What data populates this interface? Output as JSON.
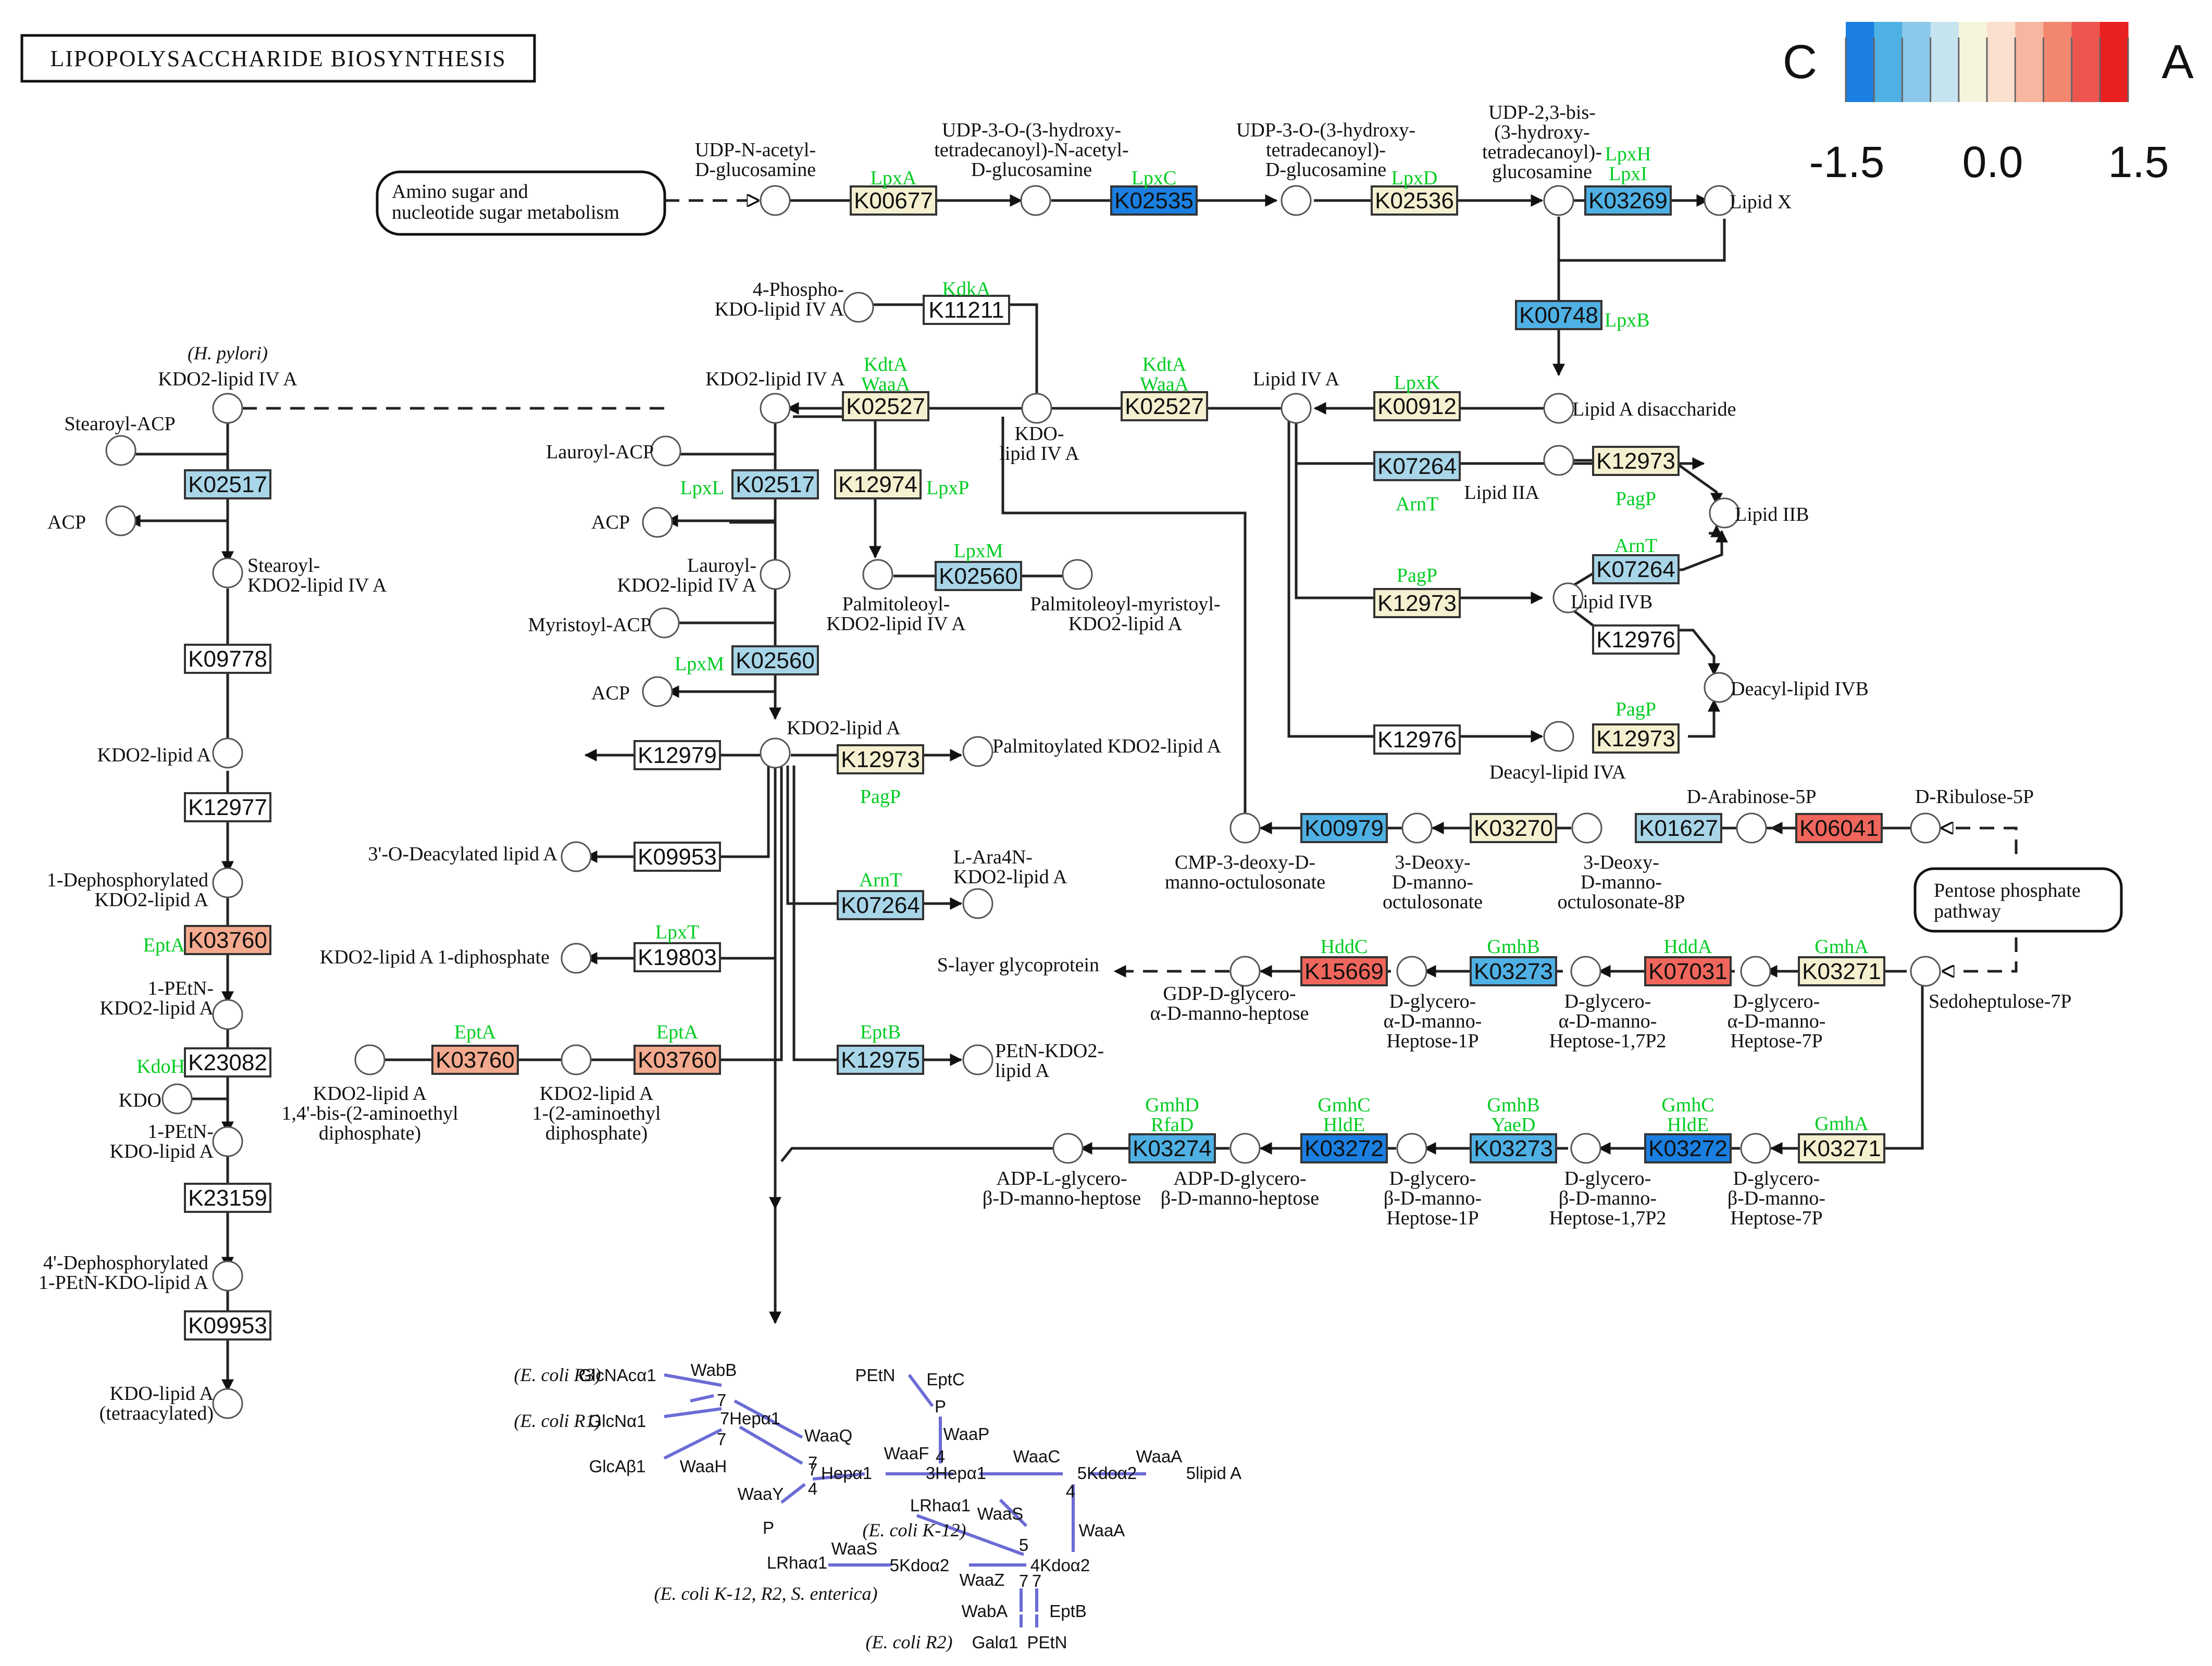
{
  "title": "LIPOPOLYSACCHARIDE BIOSYNTHESIS",
  "colors": {
    "yellow": "#f4f0d0",
    "lightblue": "#a8d5e8",
    "blue": "#4fb0e4",
    "deepblue": "#1a7fe0",
    "salmon": "#f4aa8e",
    "red": "#f0665c",
    "gene": "#00cc22",
    "line": "#222222",
    "glycan_line": "#6b6bd6"
  },
  "legend": {
    "left_label": "C",
    "right_label": "A",
    "ticks": [
      "-1.5",
      "0.0",
      "1.5"
    ],
    "colors": [
      "#1a7fe0",
      "#4fb0e4",
      "#8cc8ea",
      "#c6e3f0",
      "#f6f4dc",
      "#fbe0d0",
      "#f7b6a0",
      "#f2866e",
      "#ee5550",
      "#e82020"
    ]
  },
  "enzymes": [
    {
      "id": "K00677",
      "gene": "LpxA",
      "color": "yellow"
    },
    {
      "id": "K02535",
      "gene": "LpxC",
      "color": "deepblue"
    },
    {
      "id": "K02536",
      "gene": "LpxD",
      "color": "yellow"
    },
    {
      "id": "K03269",
      "gene": "LpxH LpxI",
      "color": "blue"
    },
    {
      "id": "K00748",
      "gene": "LpxB",
      "color": "blue"
    },
    {
      "id": "K11211",
      "gene": "KdkA",
      "color": "white"
    },
    {
      "id": "K02527",
      "gene": "KdtA WaaA",
      "color": "yellow"
    },
    {
      "id": "K02527",
      "gene": "KdtA WaaA",
      "color": "yellow"
    },
    {
      "id": "K00912",
      "gene": "LpxK",
      "color": "yellow"
    },
    {
      "id": "K07264",
      "gene": "ArnT",
      "color": "lightblue"
    },
    {
      "id": "K12973",
      "gene": "PagP",
      "color": "yellow"
    },
    {
      "id": "K07264",
      "gene": "ArnT",
      "color": "lightblue"
    },
    {
      "id": "K12973",
      "gene": "PagP",
      "color": "yellow"
    },
    {
      "id": "K12976",
      "gene": "",
      "color": "white"
    },
    {
      "id": "K12976",
      "gene": "",
      "color": "white"
    },
    {
      "id": "K12973",
      "gene": "PagP",
      "color": "yellow"
    },
    {
      "id": "K02517",
      "gene": "",
      "color": "lightblue"
    },
    {
      "id": "K02517",
      "gene": "LpxL",
      "color": "lightblue"
    },
    {
      "id": "K12974",
      "gene": "LpxP",
      "color": "yellow"
    },
    {
      "id": "K02560",
      "gene": "LpxM",
      "color": "lightblue"
    },
    {
      "id": "K02560",
      "gene": "LpxM",
      "color": "lightblue"
    },
    {
      "id": "K12979",
      "gene": "",
      "color": "white"
    },
    {
      "id": "K12973",
      "gene": "PagP",
      "color": "yellow"
    },
    {
      "id": "K09953",
      "gene": "",
      "color": "white"
    },
    {
      "id": "K07264",
      "gene": "ArnT",
      "color": "lightblue"
    },
    {
      "id": "K19803",
      "gene": "LpxT",
      "color": "white"
    },
    {
      "id": "K03760",
      "gene": "EptA",
      "color": "salmon"
    },
    {
      "id": "K03760",
      "gene": "EptA",
      "color": "salmon"
    },
    {
      "id": "K12975",
      "gene": "EptB",
      "color": "lightblue"
    },
    {
      "id": "K09778",
      "gene": "",
      "color": "white"
    },
    {
      "id": "K12977",
      "gene": "",
      "color": "white"
    },
    {
      "id": "K03760",
      "gene": "EptA",
      "color": "salmon"
    },
    {
      "id": "K23082",
      "gene": "KdoH",
      "color": "white"
    },
    {
      "id": "K23159",
      "gene": "",
      "color": "white"
    },
    {
      "id": "K09953",
      "gene": "",
      "color": "white"
    },
    {
      "id": "K00979",
      "gene": "",
      "color": "blue"
    },
    {
      "id": "K03270",
      "gene": "",
      "color": "yellow"
    },
    {
      "id": "K01627",
      "gene": "",
      "color": "lightblue"
    },
    {
      "id": "K06041",
      "gene": "",
      "color": "red"
    },
    {
      "id": "K15669",
      "gene": "HddC",
      "color": "red"
    },
    {
      "id": "K03273",
      "gene": "GmhB",
      "color": "blue"
    },
    {
      "id": "K07031",
      "gene": "HddA",
      "color": "red"
    },
    {
      "id": "K03271",
      "gene": "GmhA",
      "color": "yellow"
    },
    {
      "id": "K03274",
      "gene": "GmhD RfaD",
      "color": "blue"
    },
    {
      "id": "K03272",
      "gene": "GmhC HldE",
      "color": "deepblue"
    },
    {
      "id": "K03273",
      "gene": "GmhB YaeD",
      "color": "blue"
    },
    {
      "id": "K03272",
      "gene": "GmhC HldE",
      "color": "deepblue"
    },
    {
      "id": "K03271",
      "gene": "GmhA",
      "color": "yellow"
    }
  ],
  "compounds": [
    "UDP-N-acetyl- D-glucosamine",
    "UDP-3-O-(3-hydroxy- tetradecanoyl)-N-acetyl- D-glucosamine",
    "UDP-3-O-(3-hydroxy- tetradecanoyl)- D-glucosamine",
    "UDP-2,3-bis- (3-hydroxy- tetradecanoyl)- glucosamine",
    "Lipid X",
    "Lipid A disaccharide",
    "4-Phospho- KDO-lipid IV A",
    "KDO2-lipid IV A",
    "(H. pylori)",
    "KDO2-lipid IV A",
    "KDO- lipid IV A",
    "Lipid IV A",
    "Lipid IIA",
    "Lipid IIB",
    "Lipid IVB",
    "Deacyl-lipid IVB",
    "Deacyl-lipid IVA",
    "Stearoyl-ACP",
    "ACP",
    "Stearoyl- KDO2-lipid IV A",
    "Lauroyl-ACP",
    "ACP",
    "Lauroyl- KDO2-lipid IV A",
    "Myristoyl-ACP",
    "ACP",
    "Palmitoleoyl- KDO2-lipid IV A",
    "Palmitoleoyl-myristoyl- KDO2-lipid A",
    "KDO2-lipid A",
    "Palmitoylated KDO2-lipid A",
    "3'-O-Deacylated lipid A",
    "L-Ara4N- KDO2-lipid A",
    "KDO2-lipid A 1-diphosphate",
    "KDO2-lipid A 1,4'-bis-(2-aminoethyl diphosphate)",
    "KDO2-lipid A 1-(2-aminoethyl diphosphate)",
    "PEtN-KDO2- lipid A",
    "KDO2-lipid A",
    "1-Dephosphorylated KDO2-lipid A",
    "1-PEtN- KDO2-lipid A",
    "KDO",
    "1-PEtN- KDO-lipid A",
    "4'-Dephosphorylated 1-PEtN-KDO-lipid A",
    "KDO-lipid A (tetraacylated)",
    "D-Arabinose-5P",
    "D-Ribulose-5P",
    "CMP-3-deoxy-D- manno-octulosonate",
    "3-Deoxy- D-manno- octulosonate",
    "3-Deoxy- D-manno- octulosonate-8P",
    "S-layer glycoprotein",
    "GDP-D-glycero- α-D-manno-heptose",
    "D-glycero- α-D-manno- Heptose-1P",
    "D-glycero- α-D-manno- Heptose-1,7P2",
    "D-glycero- α-D-manno- Heptose-7P",
    "Sedoheptulose-7P",
    "ADP-L-glycero- β-D-manno-heptose",
    "ADP-D-glycero- β-D-manno-heptose",
    "D-glycero- β-D-manno- Heptose-1P",
    "D-glycero- β-D-manno- Heptose-1,7P2",
    "D-glycero- β-D-manno- Heptose-7P"
  ],
  "maps": [
    "Amino sugar and nucleotide sugar metabolism",
    "Pentose phosphate pathway"
  ],
  "glycan": {
    "labels": [
      "(E. coli R3)",
      "GlcNAcα1",
      "WabB",
      "7",
      "(E. coli R1)",
      "GlcNα1",
      "7Hepα1",
      "7",
      "WaaQ",
      "GlcAβ1",
      "WaaH",
      "7",
      "PEtN",
      "EptC",
      "P",
      "WaaP",
      "WaaF",
      "4",
      "WaaC",
      "WaaA",
      "WaaY",
      "7",
      "4",
      "Hepα1",
      "3Hepα1",
      "5Kdoα2",
      "5lipid A",
      "P",
      "4",
      "LRhaα1",
      "WaaS",
      "(E. coli K-12)",
      "WaaA",
      "5",
      "4Kdoα2",
      "LRhaα1",
      "WaaS",
      "5Kdoα2",
      "WaaZ",
      "7",
      "7",
      "(E. coli K-12, R2, S. enterica)",
      "WabA",
      "EptB",
      "(E. coli R2)",
      "Galα1",
      "PEtN"
    ]
  }
}
